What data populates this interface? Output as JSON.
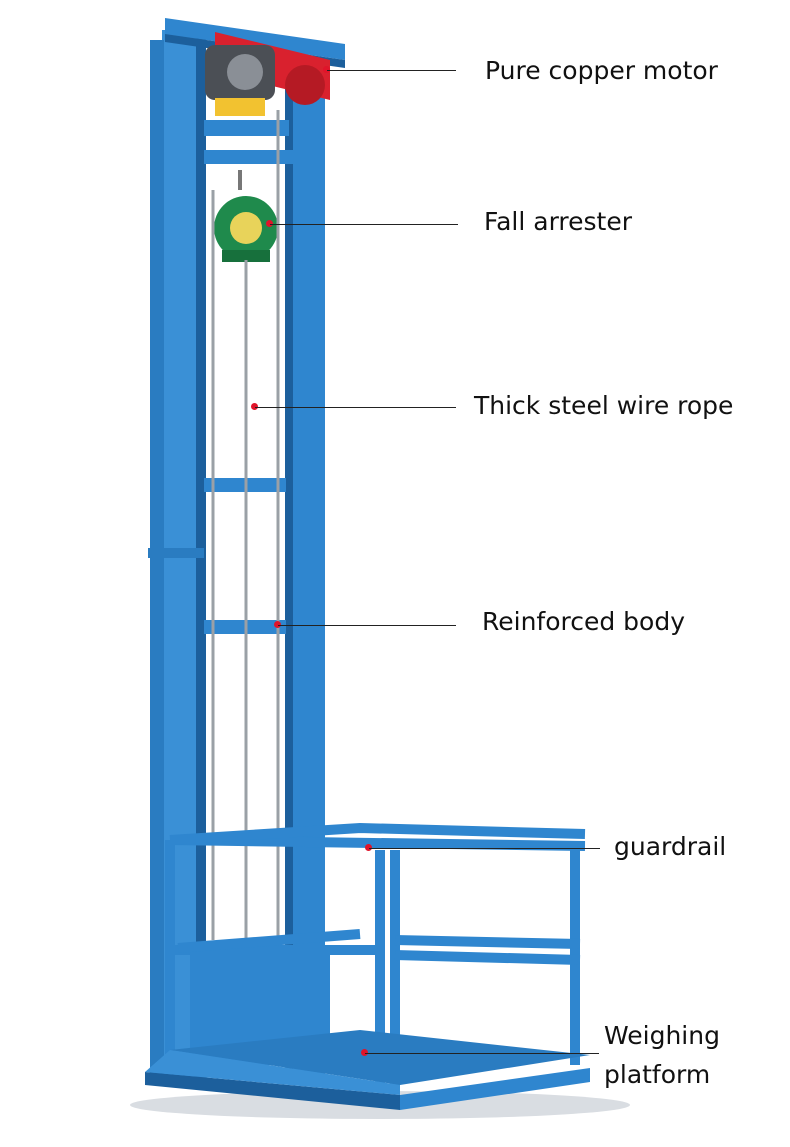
{
  "product_colors": {
    "frame": "#2f86cf",
    "frame_shadow": "#1c5f9c",
    "motor_housing": "#d9212e",
    "fall_arrester": "#1f8a4c",
    "motor_junction_box": "#f2c230",
    "callout_dot": "#e0142a"
  },
  "callouts": [
    {
      "label": "Pure copper motor"
    },
    {
      "label": "Fall arrester"
    },
    {
      "label": "Thick steel wire rope"
    },
    {
      "label": "Reinforced body"
    },
    {
      "label": "guardrail"
    },
    {
      "label_lines": [
        "Weighing",
        "platform"
      ]
    }
  ]
}
